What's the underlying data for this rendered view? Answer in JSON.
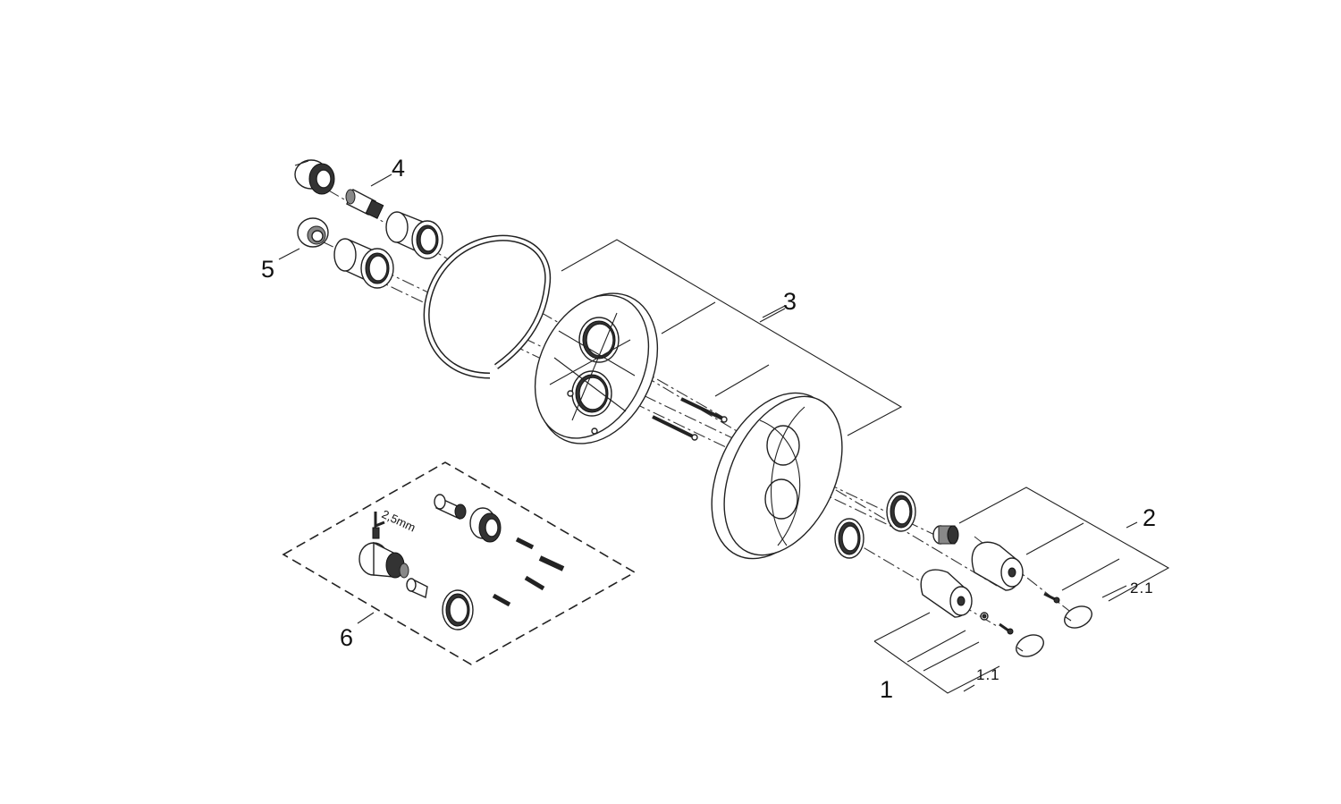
{
  "labels": {
    "part_1": "1",
    "part_1_1": "1.1",
    "part_2": "2",
    "part_2_1": "2.1",
    "part_3": "3",
    "part_4": "4",
    "part_5": "5",
    "part_6": "6",
    "tool_size": "2,5mm"
  },
  "colors": {
    "line": "#222222",
    "background": "#ffffff"
  }
}
